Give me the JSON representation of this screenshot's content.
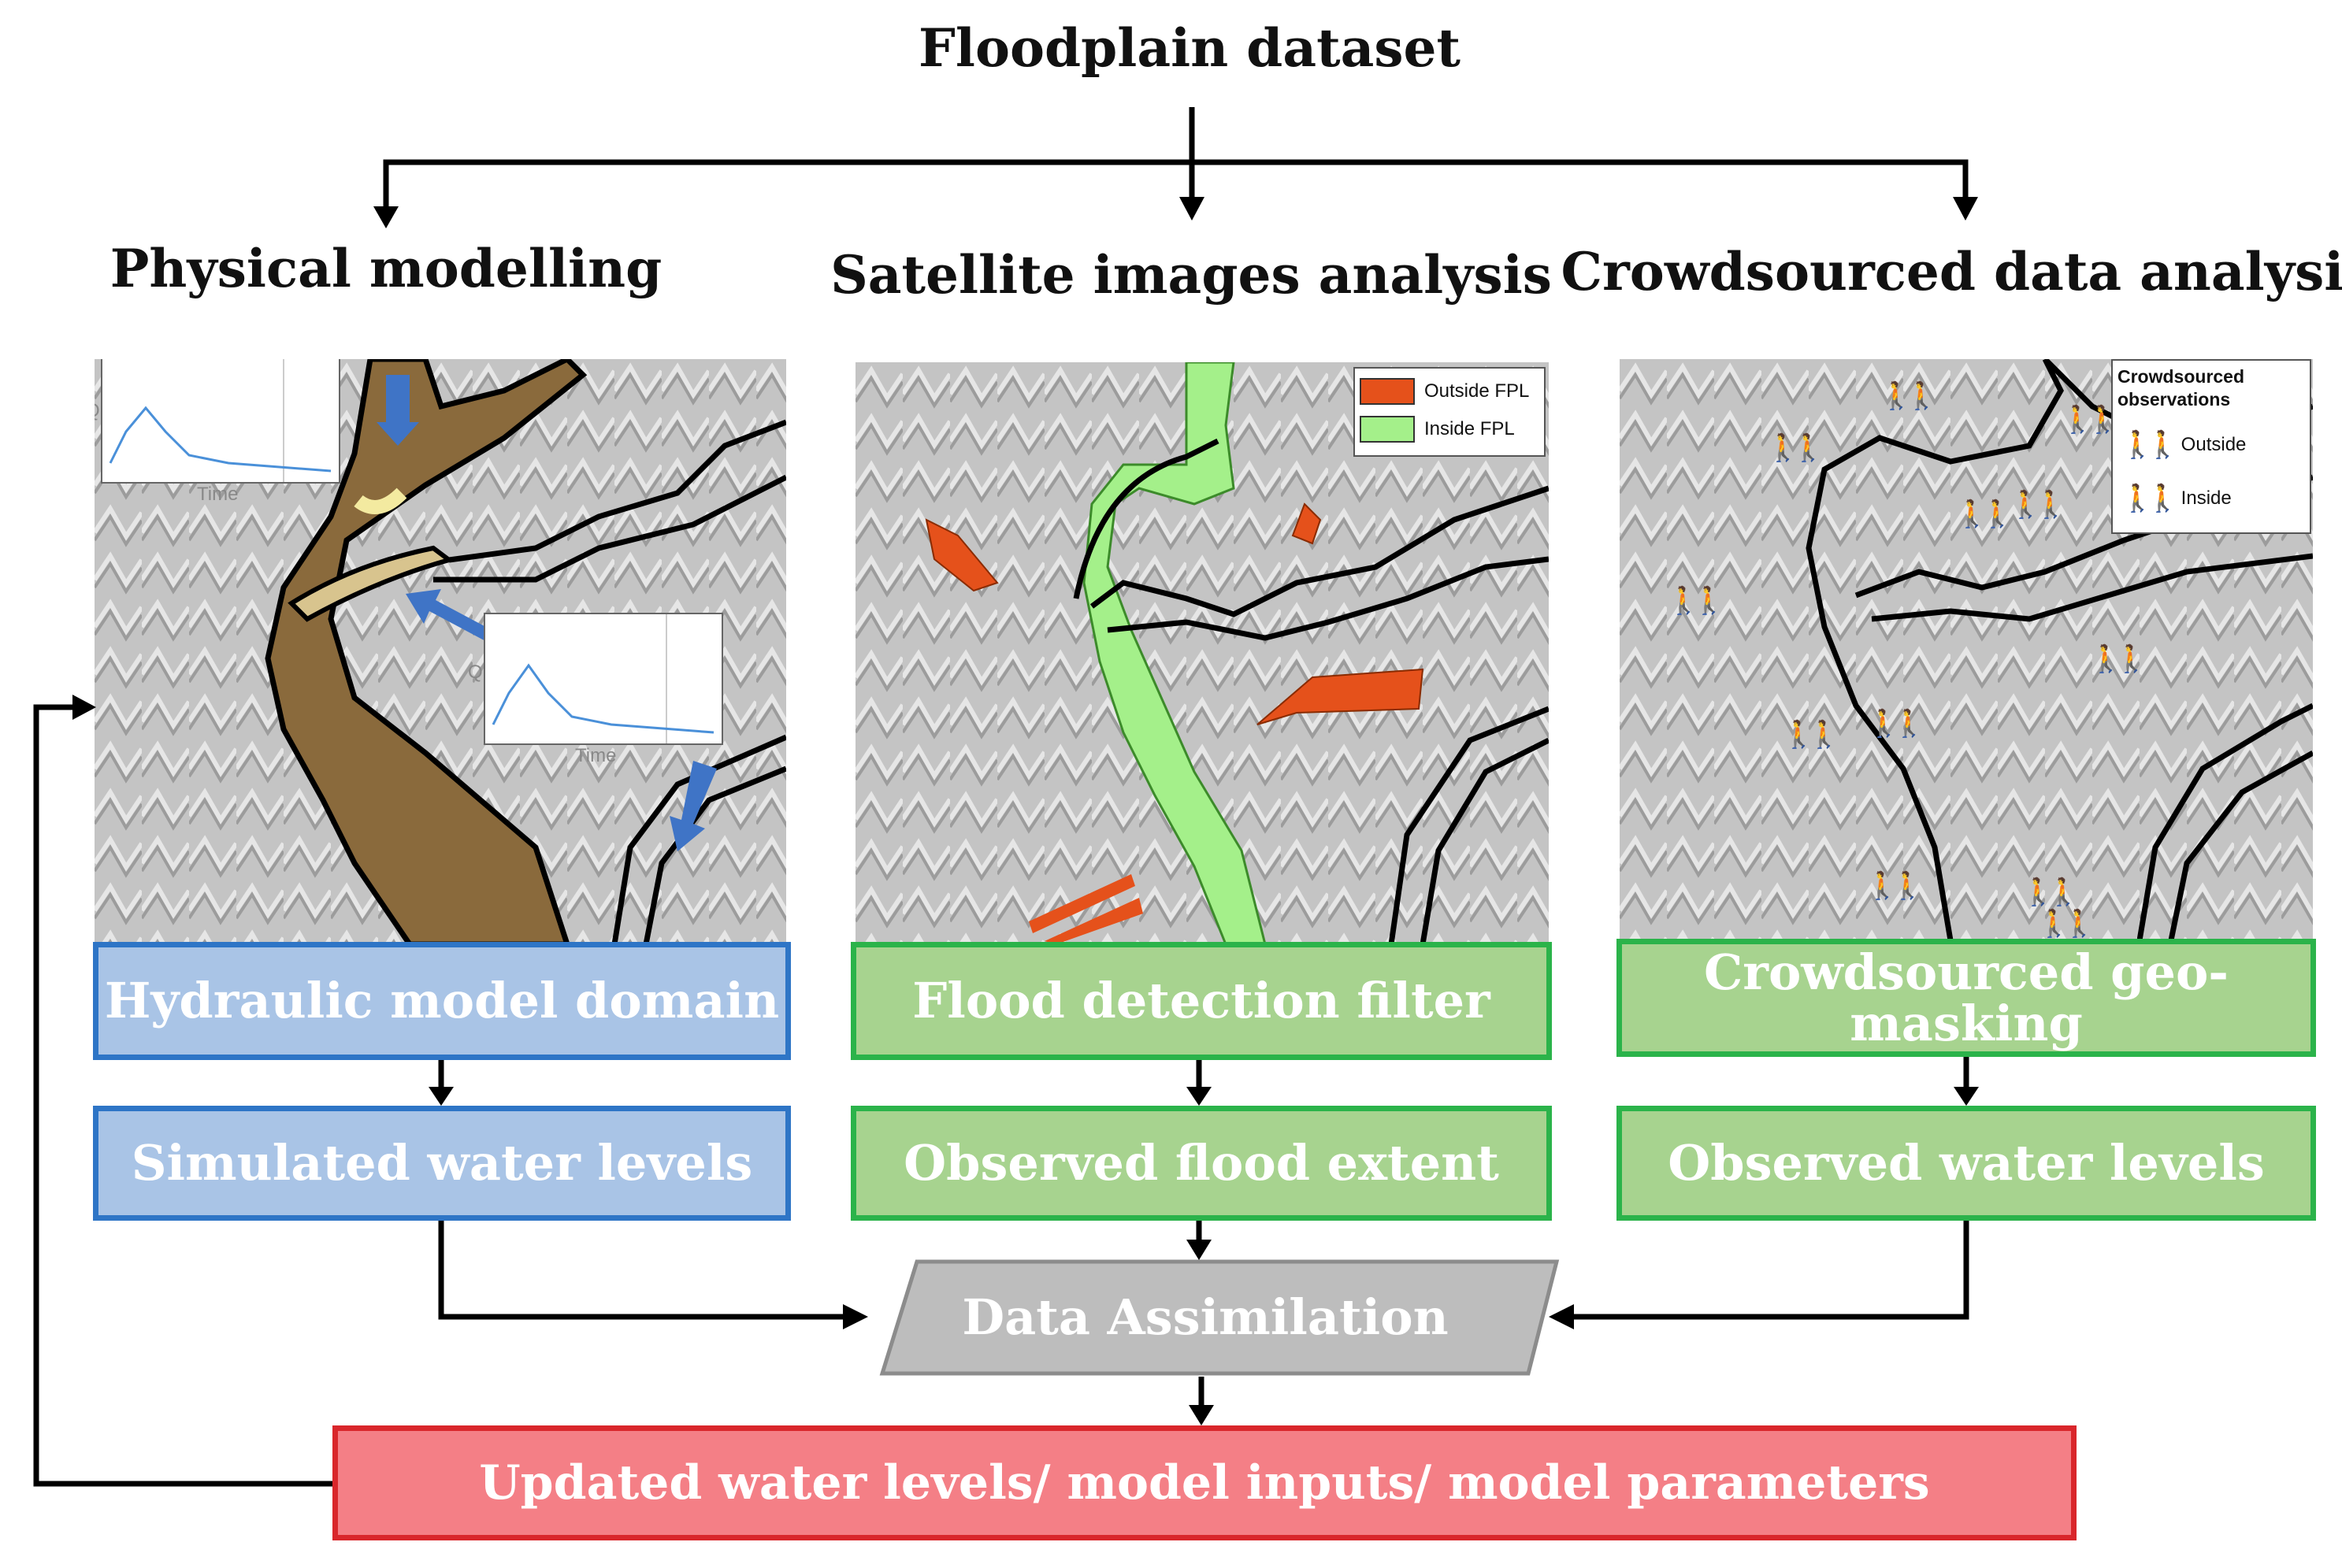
{
  "top_title": "Floodplain dataset",
  "columns": [
    {
      "heading": "Physical modelling",
      "step1": "Hydraulic model domain",
      "step2": "Simulated  water levels"
    },
    {
      "heading": "Satellite images analysis",
      "step1": "Flood detection filter",
      "step2": "Observed flood extent"
    },
    {
      "heading": "Crowdsourced data analysis",
      "step1": "Crowdsourced geo-masking",
      "step2": "Observed water levels"
    }
  ],
  "assimilation": "Data Assimilation",
  "update": "Updated water levels/ model inputs/ model parameters",
  "insets": {
    "y_axis": "Q",
    "x_axis": "Time"
  },
  "satellite_legend": {
    "outside": "Outside FPL",
    "inside": "Inside FPL"
  },
  "crowd_legend": {
    "title": "Crowdsourced observations",
    "outside": "Outside",
    "inside": "Inside",
    "icon": "hiker-pair-icon"
  },
  "colors": {
    "blue_fill": "#a9c4e6",
    "blue_border": "#2e75c6",
    "green_fill": "#a7d38f",
    "green_border": "#2bb34a",
    "gray_fill": "#bdbdbd",
    "red_fill": "#f47f86",
    "red_border": "#d9262b",
    "outside_fpl": "#e5511b",
    "inside_fpl": "#a4f08a",
    "floodplain": "#8a6a3c"
  }
}
